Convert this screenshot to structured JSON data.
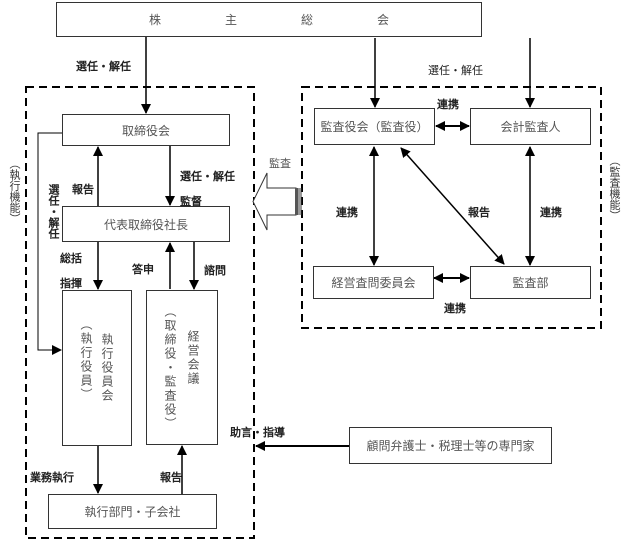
{
  "shareholders_meeting": {
    "chars": [
      "株",
      "主",
      "総",
      "会"
    ]
  },
  "execution_group": {
    "label": "（執行機能）"
  },
  "audit_group": {
    "label": "（監査機能）"
  },
  "boxes": {
    "board": "取締役会",
    "president": "代表取締役社長",
    "exec_committee_main": "執行役員会",
    "exec_committee_sub": "（執行役員）",
    "mgmt_meeting_main": "経営会議",
    "mgmt_meeting_sub": "（取締役・監査役）",
    "exec_divisions": "執行部門・子会社",
    "audit_board": "監査役会（監査役）",
    "accounting_auditor": "会計監査人",
    "mgmt_audit_committee": "経営査問委員会",
    "audit_dept": "監査部",
    "experts": "顧問弁護士・税理士等の専門家"
  },
  "labels": {
    "elect_dismiss_left": "選任・解任",
    "elect_dismiss_right": "選任・解任",
    "report_board": "報告",
    "elect_dismiss_president": "選任・解任",
    "supervise": "監督",
    "elect_dismiss_vertical": "選任・解任",
    "oversee": "総括",
    "command": "指揮",
    "reply": "答申",
    "consult": "諮問",
    "business_execution": "業務執行",
    "report_bottom": "報告",
    "advice_guidance": "助言・指導",
    "audit_arrow": "監査",
    "collab_top": "連携",
    "collab_left": "連携",
    "collab_right": "連携",
    "collab_bottom": "連携",
    "report_audit": "報告"
  }
}
